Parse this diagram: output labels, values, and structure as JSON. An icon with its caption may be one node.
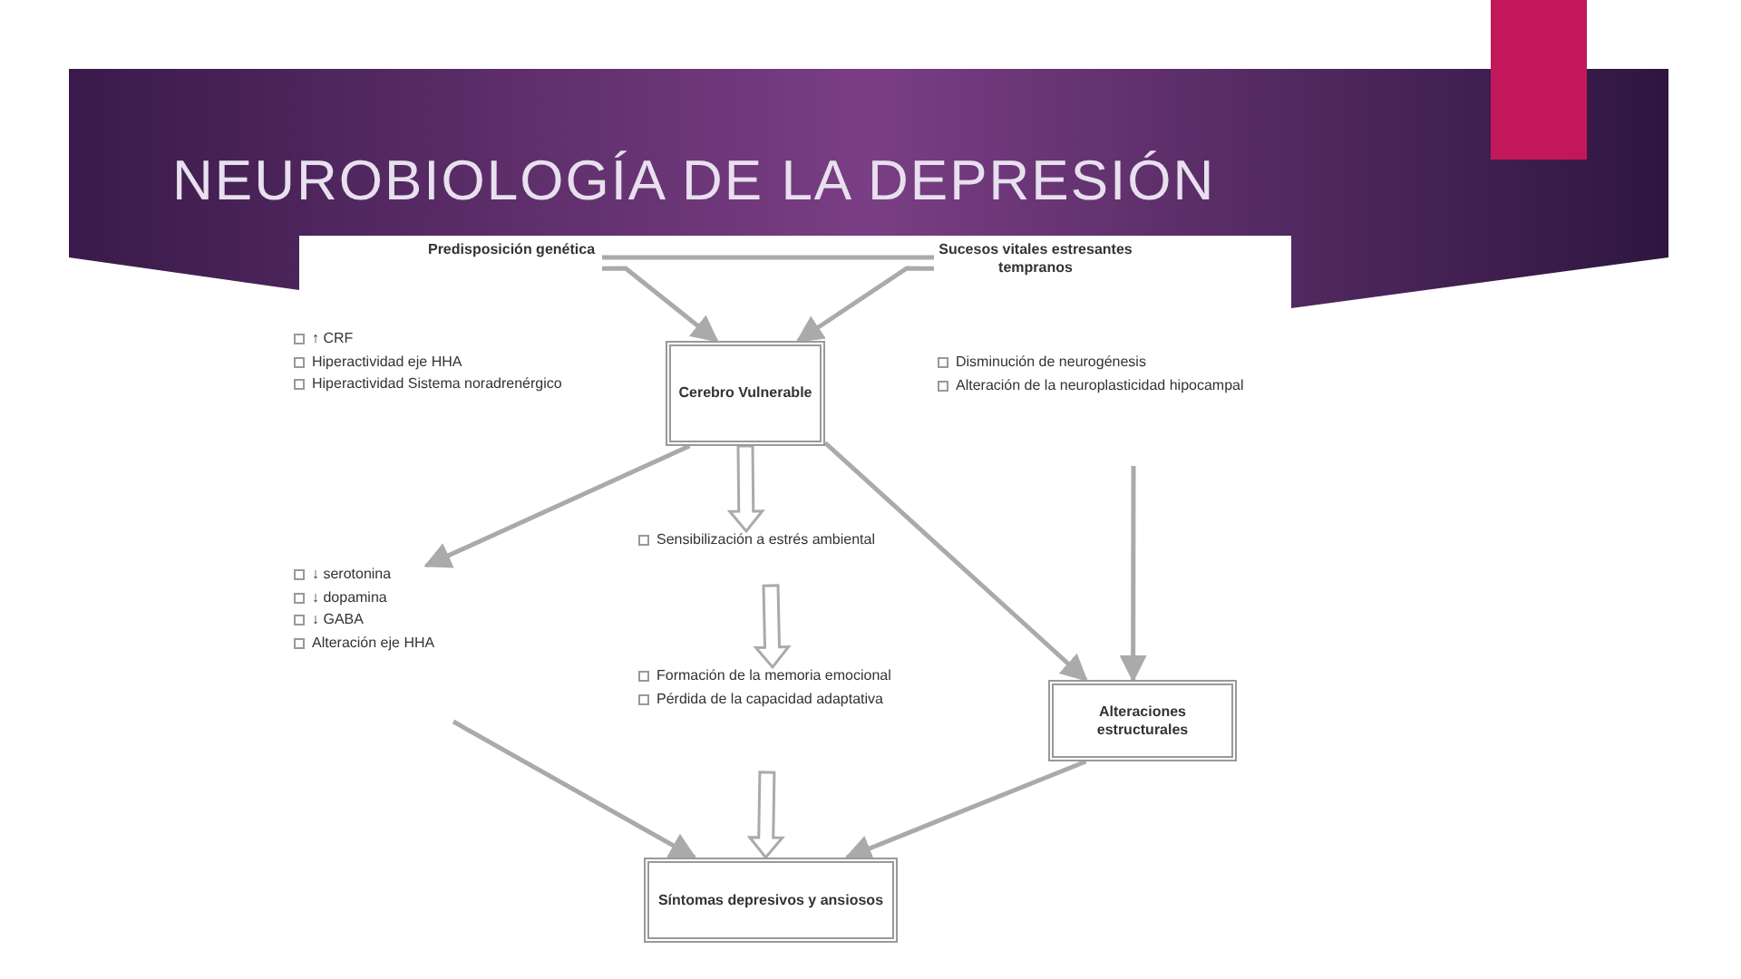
{
  "diagram": {
    "title": "NEUROBIOLOGÍA DE LA DEPRESIÓN",
    "nodes": [
      {
        "text": [
          "Predisposición genética"
        ]
      },
      {
        "text": [
          "Sucesos vitales estresantes tempranos"
        ]
      },
      {
        "text": [
          "Cerebro Vulnerable"
        ]
      },
      {
        "text": [
          "Disminución de neurogénesis",
          "Alteración de la neuroplasticidad hipocampal"
        ]
      },
      {
        "text": [
          "↓ serotonina",
          "↓ dopamina",
          "↓ GABA",
          "Alteración eje HHA"
        ]
      },
      {
        "text": [
          "Sensibilización a estrés ambiental"
        ]
      },
      {
        "text": [
          "Formación de la memoria emocional",
          "Pérdida de la capacidad adaptativa"
        ]
      },
      {
        "text": [
          "Alteraciones estructurales"
        ]
      },
      {
        "text": [
          "Síntomas depresivos y ansiosos"
        ]
      }
    ],
    "edges": [
      {
        "from": 0,
        "to": 1,
        "arrow": "none"
      },
      {
        "from": 0,
        "to": 2,
        "arrow": "to"
      },
      {
        "from": 1,
        "to": 2,
        "arrow": "to"
      },
      {
        "from": 2,
        "to": 4,
        "arrow": "to"
      },
      {
        "from": 2,
        "to": 5,
        "arrow": "to",
        "style": "thick"
      },
      {
        "from": 3,
        "to": 7,
        "arrow": "to"
      },
      {
        "from": 2,
        "to": 7,
        "arrow": "to"
      },
      {
        "from": 5,
        "to": 6,
        "arrow": "to",
        "style": "thick"
      },
      {
        "from": 6,
        "to": 8,
        "arrow": "to",
        "style": "thick"
      },
      {
        "from": 4,
        "to": 8,
        "arrow": "to"
      },
      {
        "from": 7,
        "to": 8,
        "arrow": "to"
      }
    ],
    "labels": [
      "↑ CRF",
      "Hiperactividad eje HHA",
      "Hiperactividad Sistema noradrenérgico"
    ]
  }
}
